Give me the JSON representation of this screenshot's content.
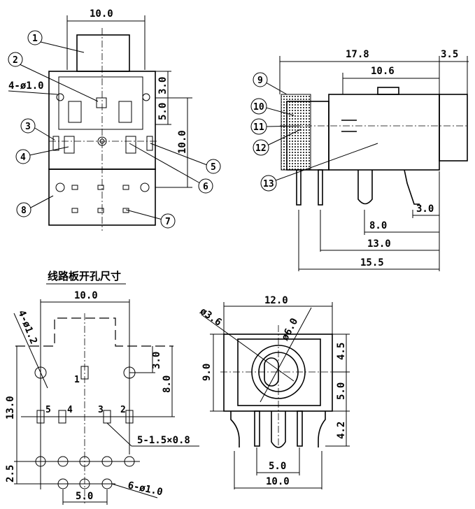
{
  "front_view": {
    "width_dim": "10.0",
    "hole_note": "4-ø1.0",
    "dim_3_0": "3.0",
    "dim_5_0": "5.0",
    "dim_10_0": "10.0",
    "callouts": [
      "1",
      "2",
      "3",
      "4",
      "5",
      "6",
      "7",
      "8"
    ]
  },
  "side_view": {
    "dim_17_8": "17.8",
    "dim_3_5": "3.5",
    "dim_10_6": "10.6",
    "dim_3_0": "3.0",
    "dim_8_0": "8.0",
    "dim_13_0": "13.0",
    "dim_15_5": "15.5",
    "callouts": [
      "9",
      "10",
      "11",
      "12",
      "13"
    ]
  },
  "pcb_layout": {
    "title": "线路板开孔尺寸",
    "width_dim": "10.0",
    "hole_note": "4-ø1.2",
    "dim_3_0": "3.0",
    "dim_8_0": "8.0",
    "dim_13_0": "13.0",
    "dim_2_5": "2.5",
    "dim_5_0": "5.0",
    "pin_note": "5-1.5×0.8",
    "pad_note": "6-ø1.0",
    "pins": [
      "1",
      "2",
      "3",
      "4",
      "5"
    ]
  },
  "rear_view": {
    "width_dim": "12.0",
    "dia_small": "ø3.6",
    "dia_large": "ø6.0",
    "height_dim": "9.0",
    "dim_4_5": "4.5",
    "dim_5_0": "5.0",
    "dim_4_2": "4.2",
    "pin_span": "5.0",
    "base_width": "10.0"
  }
}
